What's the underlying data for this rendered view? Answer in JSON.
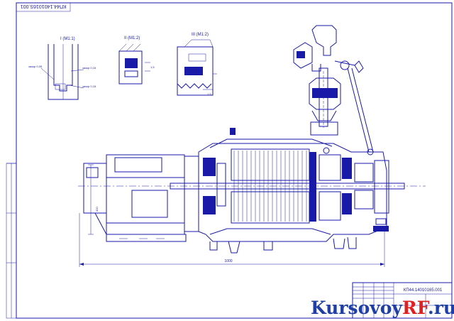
{
  "stamp": {
    "code_rotated": "КП44.1401016S.001"
  },
  "views": [
    {
      "id": "I",
      "label": "I (М1:1)",
      "notes": [
        "зазор 0,05",
        "зазор 0,15",
        "зазор 0,15"
      ]
    },
    {
      "id": "II",
      "label": "II (М1:2)",
      "notes": [
        "1,5"
      ]
    },
    {
      "id": "III",
      "label": "III (М1:2)",
      "notes": [
        "1,5"
      ]
    }
  ],
  "dimensions": {
    "overall_length": "1000",
    "height": "420"
  },
  "title_block": {
    "code": "КП44.14010165.001"
  },
  "watermark": {
    "part1": "Kursovoy",
    "part2": "RF",
    "part3": ".ru"
  },
  "colors": {
    "ink": "#1a1aa8",
    "watermark_blue": "#1f3fa6",
    "watermark_red": "#e0201e"
  }
}
